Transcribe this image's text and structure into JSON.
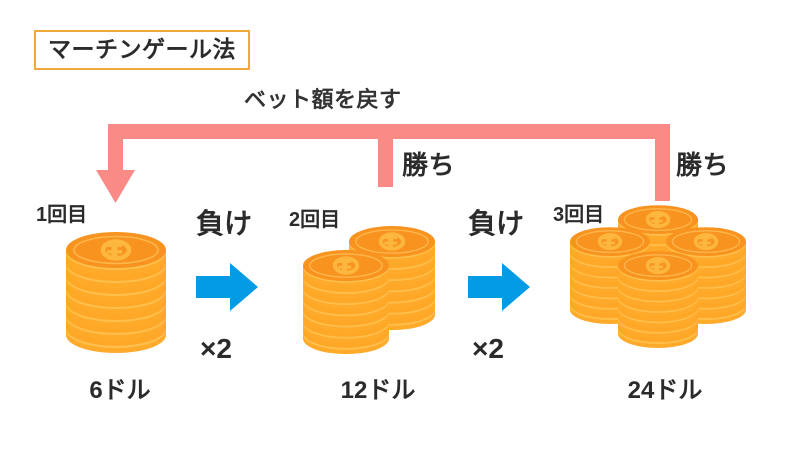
{
  "title": {
    "text": "マーチンゲール法",
    "border_color": "#F0AA3C"
  },
  "return_arrow": {
    "label": "ベット額を戻す",
    "color": "#FA8A86"
  },
  "outcomes": {
    "win_label_1": "勝ち",
    "win_label_2": "勝ち",
    "lose_label_1": "負け",
    "lose_label_2": "負け",
    "multiplier_1": "×2",
    "multiplier_2": "×2",
    "lose_arrow_color": "#049BE5"
  },
  "steps": [
    {
      "round": "1回目",
      "amount": "6ドル",
      "stacks": 1,
      "coin_color_top": "#F7931E",
      "coin_color_body": "#FFA726"
    },
    {
      "round": "2回目",
      "amount": "12ドル",
      "stacks": 2,
      "coin_color_top": "#F7931E",
      "coin_color_body": "#FFA726"
    },
    {
      "round": "3回目",
      "amount": "24ドル",
      "stacks": 4,
      "coin_color_top": "#F7931E",
      "coin_color_body": "#FFA726"
    }
  ]
}
